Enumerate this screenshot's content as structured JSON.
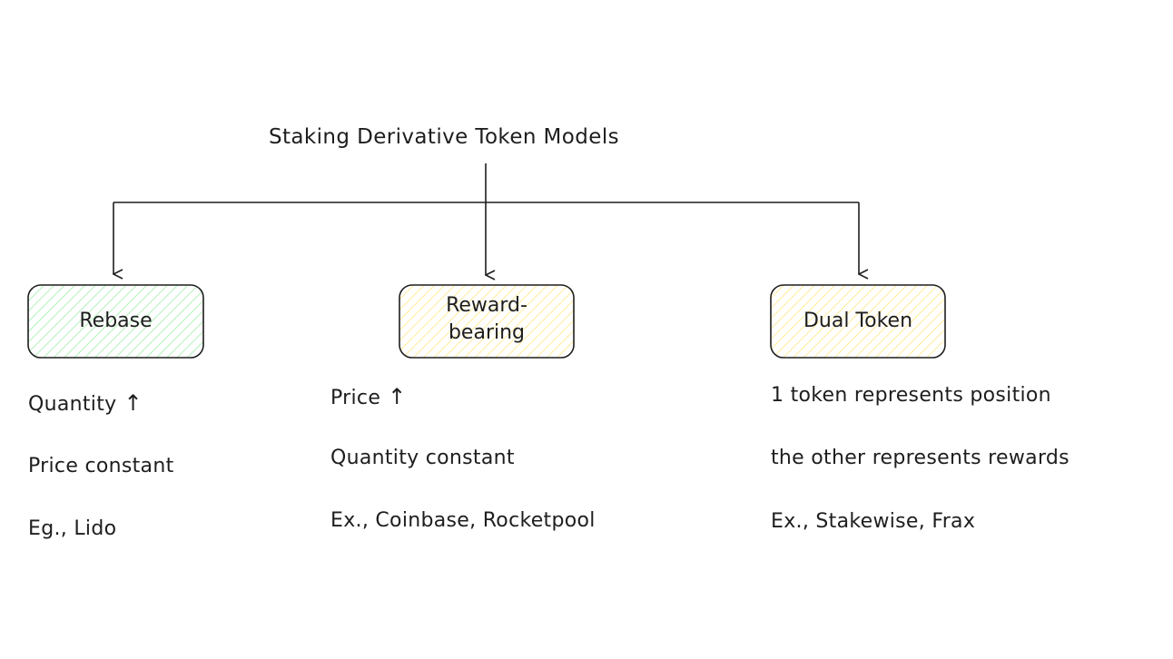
{
  "diagram": {
    "title": "Staking Derivative Token Models",
    "boxes": [
      {
        "label": "Rebase",
        "fill": "#b2f2bb"
      },
      {
        "label": "Reward-bearing",
        "fill": "#ffec99"
      },
      {
        "label": "Dual Token",
        "fill": "#ffec99"
      }
    ],
    "columns": [
      {
        "line1": "Quantity",
        "line1_icon": "up-arrow-icon",
        "line2": "Price constant",
        "line3": "Eg., Lido"
      },
      {
        "line1": "Price",
        "line1_icon": "up-arrow-icon",
        "line2": "Quantity constant",
        "line3": "Ex., Coinbase, Rocketpool"
      },
      {
        "line1": "1 token represents position",
        "line2": "the other represents rewards",
        "line3": "Ex., Stakewise, Frax"
      }
    ],
    "stroke": "#1e1e1e"
  }
}
